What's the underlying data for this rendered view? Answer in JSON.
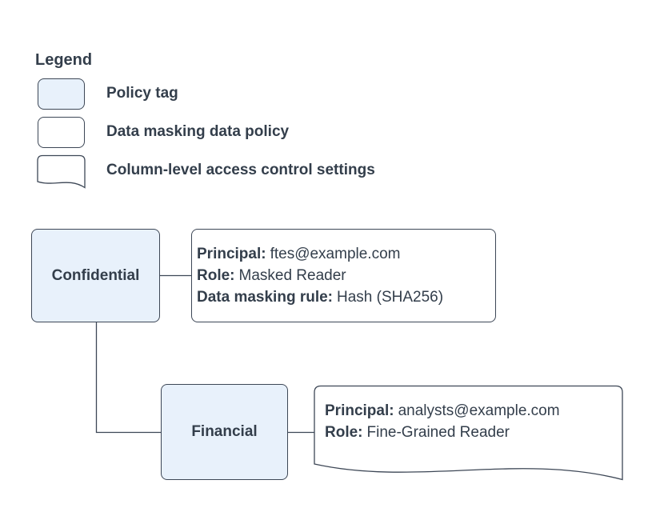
{
  "colors": {
    "accent_fill": "#e8f1fb",
    "stroke": "#3d4756",
    "text": "#333e4b",
    "background": "#ffffff"
  },
  "legend": {
    "title": "Legend",
    "items": [
      {
        "swatch": "policy-tag-swatch",
        "label": "Policy tag"
      },
      {
        "swatch": "data-masking-policy-swatch",
        "label": "Data masking data policy"
      },
      {
        "swatch": "column-access-document-swatch",
        "label": "Column-level access control settings"
      }
    ]
  },
  "nodes": {
    "confidential": {
      "label": "Confidential",
      "type": "policy-tag"
    },
    "financial": {
      "label": "Financial",
      "type": "policy-tag"
    }
  },
  "policies": {
    "masked_reader": {
      "type": "data-masking-data-policy",
      "principal_label": "Principal:",
      "principal": "ftes@example.com",
      "role_label": "Role:",
      "role": "Masked Reader",
      "rule_label": "Data masking rule:",
      "rule": "Hash (SHA256)"
    },
    "fine_grained": {
      "type": "column-level-access-control-settings",
      "principal_label": "Principal:",
      "principal": "analysts@example.com",
      "role_label": "Role:",
      "role": "Fine-Grained Reader"
    }
  }
}
